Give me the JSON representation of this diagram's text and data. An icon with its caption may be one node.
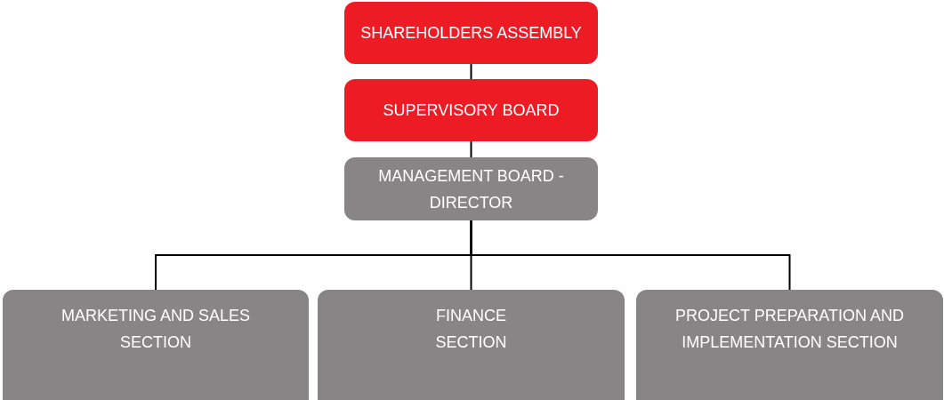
{
  "diagram": {
    "nodes": [
      {
        "text": [
          "SHAREHOLDERS ASSEMBLY"
        ]
      },
      {
        "text": [
          "SUPERVISORY BOARD"
        ]
      },
      {
        "text": [
          "MANAGEMENT BOARD - DIRECTOR"
        ]
      },
      {
        "text": [
          "MARKETING AND SALES SECTION"
        ]
      },
      {
        "text": [
          "FINANCE SECTION"
        ]
      },
      {
        "text": [
          "PROJECT PREPARATION AND IMPLEMENTATION SECTION"
        ]
      }
    ],
    "edges": [
      {
        "from": 0,
        "to": 1,
        "arrow": "none"
      },
      {
        "from": 1,
        "to": 2,
        "arrow": "none"
      },
      {
        "from": 2,
        "to": 3,
        "arrow": "none"
      },
      {
        "from": 2,
        "to": 4,
        "arrow": "none"
      },
      {
        "from": 2,
        "to": 5,
        "arrow": "none"
      }
    ]
  }
}
